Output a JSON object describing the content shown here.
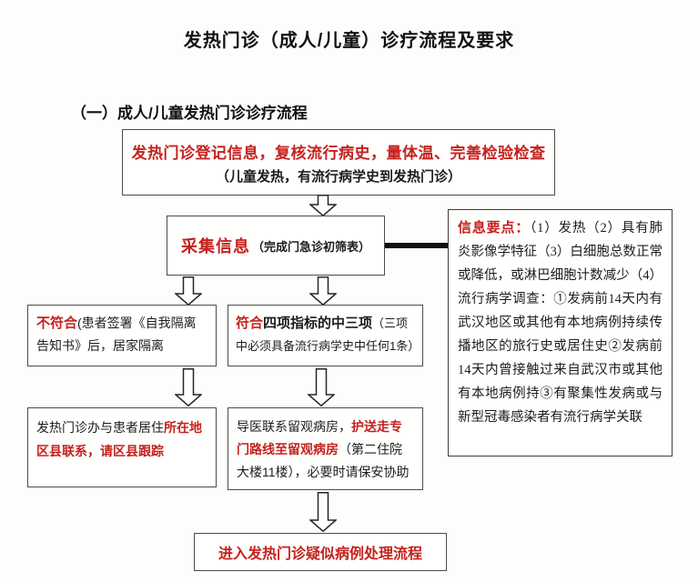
{
  "page": {
    "title": "发热门诊（成人/儿童）诊疗流程及要求",
    "section_heading": "（一）成人/儿童发热门诊诊疗流程"
  },
  "colors": {
    "accent_red": "#c4221e",
    "text_black": "#1a1a1a",
    "box_border": "#4c4c4c",
    "background": "#fdfdfc"
  },
  "flowchart": {
    "registration_box": {
      "line1": "发热门诊登记信息，复核流行病史，量体温、完善检验检查",
      "line2": "（儿童发热，有流行病学史到发热门诊）"
    },
    "collect_info_box": {
      "emphasis": "采集信息",
      "note": "（完成门急诊初筛表）"
    },
    "info_points_box": {
      "label": "信息要点：",
      "body": "（1）发热（2）具有肺炎影像学特征（3）白细胞总数正常或降低，或淋巴细胞计数减少（4）流行病学调查：①发病前14天内有武汉地区或其他有本地病例持续传播地区的旅行史或居住史②发病前14天内曾接触过来自武汉市或其他有本地病例持③有聚集性发病或与新型冠毒感染者有流行病学关联"
    },
    "not_match_box": {
      "emphasis": "不符合",
      "rest": "(患者签署《自我隔离告知书》后，居家隔离"
    },
    "match_box": {
      "emphasis": "符合",
      "bold_black": "四项指标的中三项",
      "note": "（三项中必须具备流行病学史中任何1条）"
    },
    "contact_box": {
      "prefix": "发热门诊办与患者居住",
      "emphasis": "所在地区县联系，请区县跟踪"
    },
    "escort_box": {
      "prefix": "导医联系留观病房，",
      "emphasis": "护送走专门路线至留观病房",
      "suffix": "（第二住院大楼11楼），必要时请保安协助"
    },
    "final_box": {
      "text": "进入发热门诊疑似病例处理流程"
    }
  }
}
